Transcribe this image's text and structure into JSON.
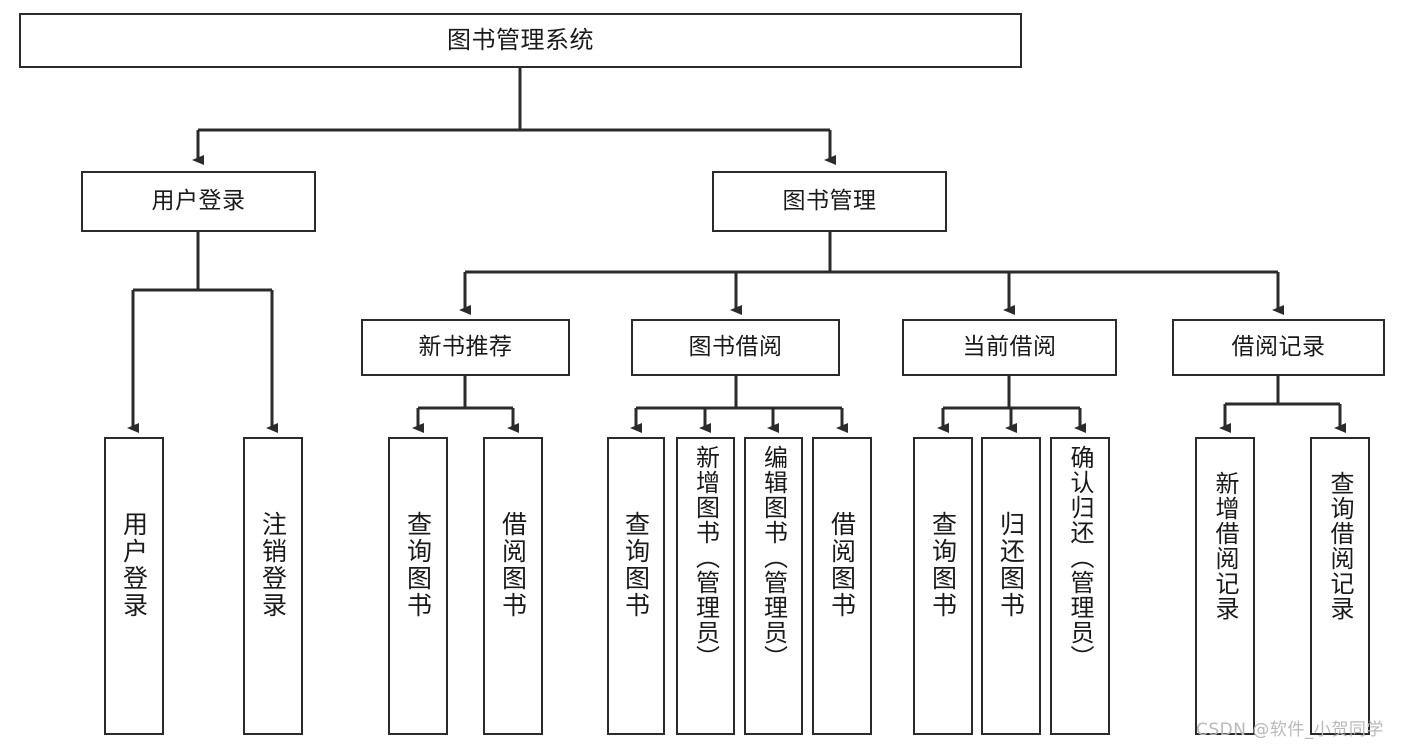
{
  "diagram": {
    "type": "tree-hierarchy",
    "title": "图书管理系统",
    "watermark": "CSDN @软件_小贺同学",
    "colors": {
      "background": "#ffffff",
      "box_border": "#2b2b2b",
      "box_fill": "#ffffff",
      "connector": "#2b2b2b",
      "text": "#1a1a1a",
      "watermark": "#b9b9b9"
    },
    "levels": {
      "level1": [
        "图书管理系统"
      ],
      "level2": [
        "用户登录",
        "图书管理"
      ],
      "level3": [
        "新书推荐",
        "图书借阅",
        "当前借阅",
        "借阅记录"
      ],
      "level4": [
        "用户登录",
        "注销登录",
        "查询图书",
        "借阅图书",
        "查询图书",
        "新增图书（管理员）",
        "编辑图书（管理员）",
        "借阅图书",
        "查询图书",
        "归还图书",
        "确认归还（管理员）",
        "新增借阅记录",
        "查询借阅记录"
      ]
    },
    "nodes": {
      "root": {
        "label": "图书管理系统"
      },
      "user_login": {
        "label": "用户登录"
      },
      "book_manage": {
        "label": "图书管理"
      },
      "new_book_rec": {
        "label": "新书推荐"
      },
      "book_borrow": {
        "label": "图书借阅"
      },
      "current_borrow": {
        "label": "当前借阅"
      },
      "borrow_record": {
        "label": "借阅记录"
      },
      "leaf_user_login": {
        "label": "用户登录"
      },
      "leaf_logout": {
        "label": "注销登录"
      },
      "leaf_query_book_1": {
        "label": "查询图书"
      },
      "leaf_borrow_book_1": {
        "label": "借阅图书"
      },
      "leaf_query_book_2": {
        "label": "查询图书"
      },
      "leaf_add_book": {
        "label": "新增图书（管理员）"
      },
      "leaf_edit_book": {
        "label": "编辑图书（管理员）"
      },
      "leaf_borrow_book_2": {
        "label": "借阅图书"
      },
      "leaf_query_book_3": {
        "label": "查询图书"
      },
      "leaf_return_book": {
        "label": "归还图书"
      },
      "leaf_confirm_return": {
        "label": "确认归还（管理员）"
      },
      "leaf_add_record": {
        "label": "新增借阅记录"
      },
      "leaf_query_record": {
        "label": "查询借阅记录"
      }
    },
    "edges": [
      {
        "from": "root",
        "to": "user_login"
      },
      {
        "from": "root",
        "to": "book_manage"
      },
      {
        "from": "user_login",
        "to": "leaf_user_login"
      },
      {
        "from": "user_login",
        "to": "leaf_logout"
      },
      {
        "from": "book_manage",
        "to": "new_book_rec"
      },
      {
        "from": "book_manage",
        "to": "book_borrow"
      },
      {
        "from": "book_manage",
        "to": "current_borrow"
      },
      {
        "from": "book_manage",
        "to": "borrow_record"
      },
      {
        "from": "new_book_rec",
        "to": "leaf_query_book_1"
      },
      {
        "from": "new_book_rec",
        "to": "leaf_borrow_book_1"
      },
      {
        "from": "book_borrow",
        "to": "leaf_query_book_2"
      },
      {
        "from": "book_borrow",
        "to": "leaf_add_book"
      },
      {
        "from": "book_borrow",
        "to": "leaf_edit_book"
      },
      {
        "from": "book_borrow",
        "to": "leaf_borrow_book_2"
      },
      {
        "from": "current_borrow",
        "to": "leaf_query_book_3"
      },
      {
        "from": "current_borrow",
        "to": "leaf_return_book"
      },
      {
        "from": "current_borrow",
        "to": "leaf_confirm_return"
      },
      {
        "from": "borrow_record",
        "to": "leaf_add_record"
      },
      {
        "from": "borrow_record",
        "to": "leaf_query_record"
      }
    ]
  }
}
